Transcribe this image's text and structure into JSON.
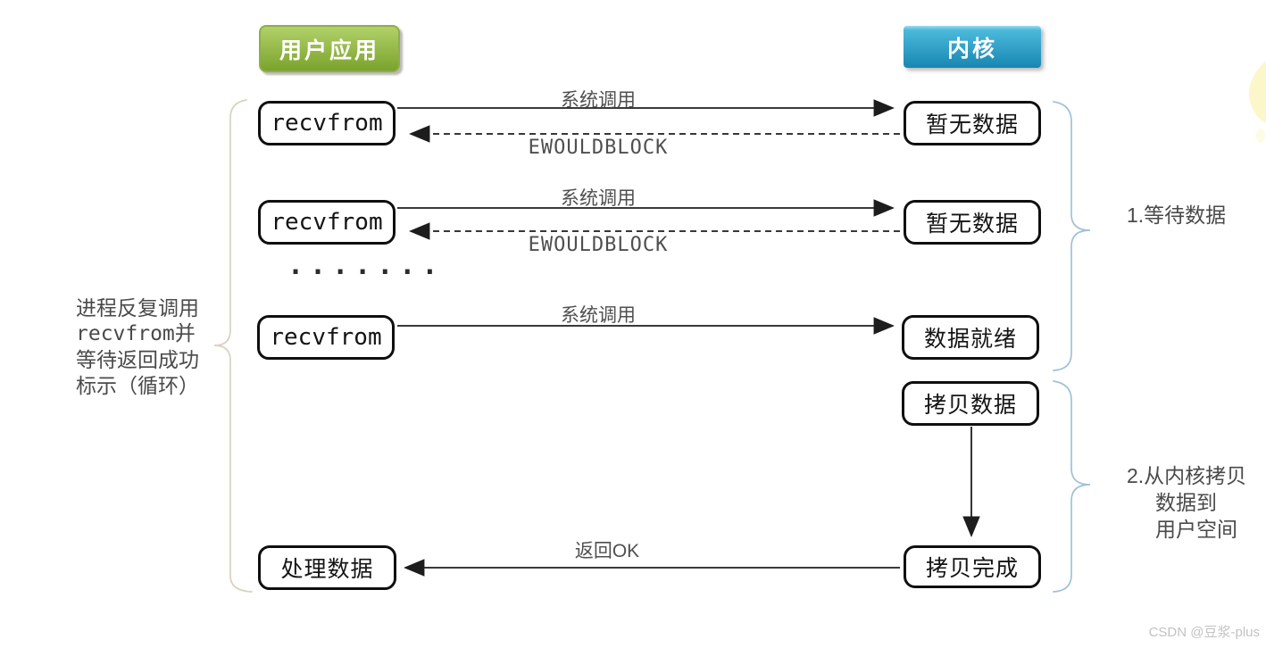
{
  "headers": {
    "user_app": "用户应用",
    "kernel": "内核"
  },
  "nodes": {
    "recvfrom_1": "recvfrom",
    "recvfrom_2": "recvfrom",
    "recvfrom_3": "recvfrom",
    "process_data": "处理数据",
    "no_data_1": "暂无数据",
    "no_data_2": "暂无数据",
    "data_ready": "数据就绪",
    "copy_data": "拷贝数据",
    "copy_done": "拷贝完成"
  },
  "ellipsis": "·······",
  "arrows": {
    "syscall_1": "系统调用",
    "ewouldblock_1": "EWOULDBLOCK",
    "syscall_2": "系统调用",
    "ewouldblock_2": "EWOULDBLOCK",
    "syscall_3": "系统调用",
    "return_ok": "返回OK"
  },
  "annotations": {
    "left_note": {
      "lines": [
        "进程反复调用",
        "recvfrom并",
        "等待返回成功",
        "标示（循环）"
      ]
    },
    "phase_1": "1.等待数据",
    "phase_2": {
      "lines": [
        "2.从内核拷贝",
        "数据到",
        "用户空间"
      ]
    }
  },
  "watermark": "CSDN @豆浆-plus",
  "colors": {
    "header_green_top": "#b1d169",
    "header_green_bottom": "#7ba32c",
    "header_green_border": "#8fae4a",
    "header_blue_top": "#4cb9db",
    "header_blue_bottom": "#1787b2",
    "node_border": "#0f0f0f",
    "arrow": "#1d1d1d",
    "label_text": "#4f4f4f",
    "note_text": "#4a4a4a",
    "brace_left": "#d8d1bf",
    "brace_right": "#a0c2d6",
    "watermark_text": "#c2c2c2",
    "highlight_yellow": "#fbf3ae"
  }
}
